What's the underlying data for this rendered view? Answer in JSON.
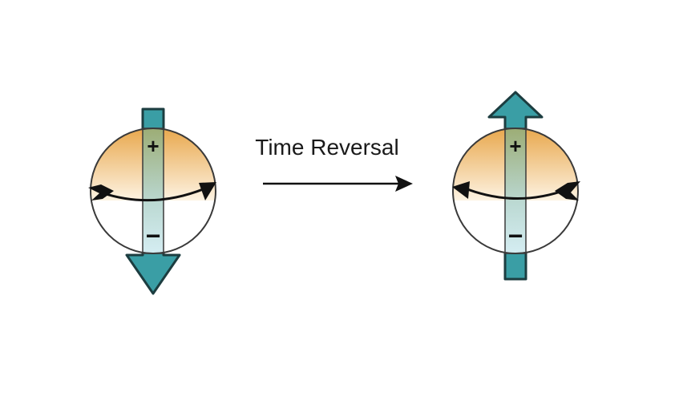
{
  "diagram": {
    "caption": "Time Reversal",
    "left_particle": {
      "positive_sign": "+",
      "negative_sign": "−",
      "dipole_direction": "down",
      "rotation_direction": "counterclockwise-front-to-right"
    },
    "right_particle": {
      "positive_sign": "+",
      "negative_sign": "−",
      "dipole_direction": "up",
      "rotation_direction": "front-to-left"
    },
    "colors": {
      "upper_gradient_top": "#e8a64a",
      "upper_gradient_bottom": "#fdf3e2",
      "dipole_arrow_fill": "#3a9ea5",
      "dipole_arrow_stroke": "#1c3d40",
      "bar_upper_tint": "#9bbf97",
      "bar_lower_tint": "#c9e9ee",
      "outline": "#3a3a3a"
    },
    "icons": {
      "transform_arrow": "right-arrow-icon",
      "left_dipole": "down-arrow-icon",
      "right_dipole": "up-arrow-icon",
      "left_rotation": "curved-arrow-right-icon",
      "right_rotation": "curved-arrow-left-icon"
    }
  }
}
